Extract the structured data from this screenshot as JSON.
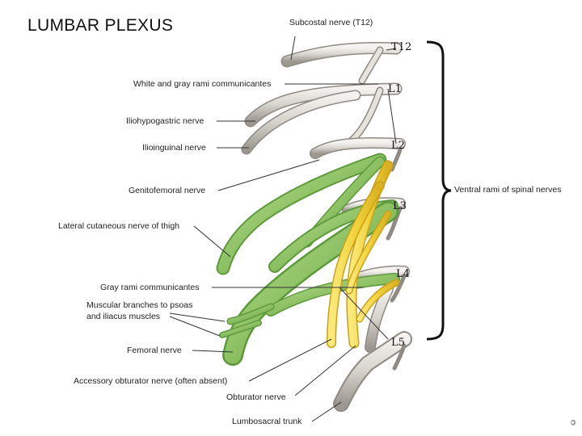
{
  "title": "LUMBAR PLEXUS",
  "levels": [
    "T12",
    "L1",
    "L2",
    "L3",
    "L4",
    "L5"
  ],
  "labels": {
    "subcostal": "Subcostal nerve (T12)",
    "rami_white_gray": "White and gray rami communicantes",
    "iliohypogastric": "Iliohypogastric nerve",
    "ilioinguinal": "Ilioinguinal nerve",
    "genitofemoral": "Genitofemoral nerve",
    "lat_cutaneous": "Lateral cutaneous nerve of thigh",
    "gray_rami": "Gray rami communicantes",
    "muscular_1": "Muscular branches to psoas",
    "muscular_2": "and iliacus muscles",
    "femoral": "Femoral nerve",
    "accessory_obturator": "Accessory obturator nerve (often absent)",
    "obturator": "Obturator nerve",
    "lumbosacral": "Lumbosacral trunk",
    "ventral_rami": "Ventral rami of spinal nerves"
  },
  "copyright": "©",
  "colors": {
    "nerve_gray": "#d6d2cc",
    "nerve_green": "#8cc063",
    "nerve_yellow": "#f2d23a",
    "leader": "#333333"
  }
}
